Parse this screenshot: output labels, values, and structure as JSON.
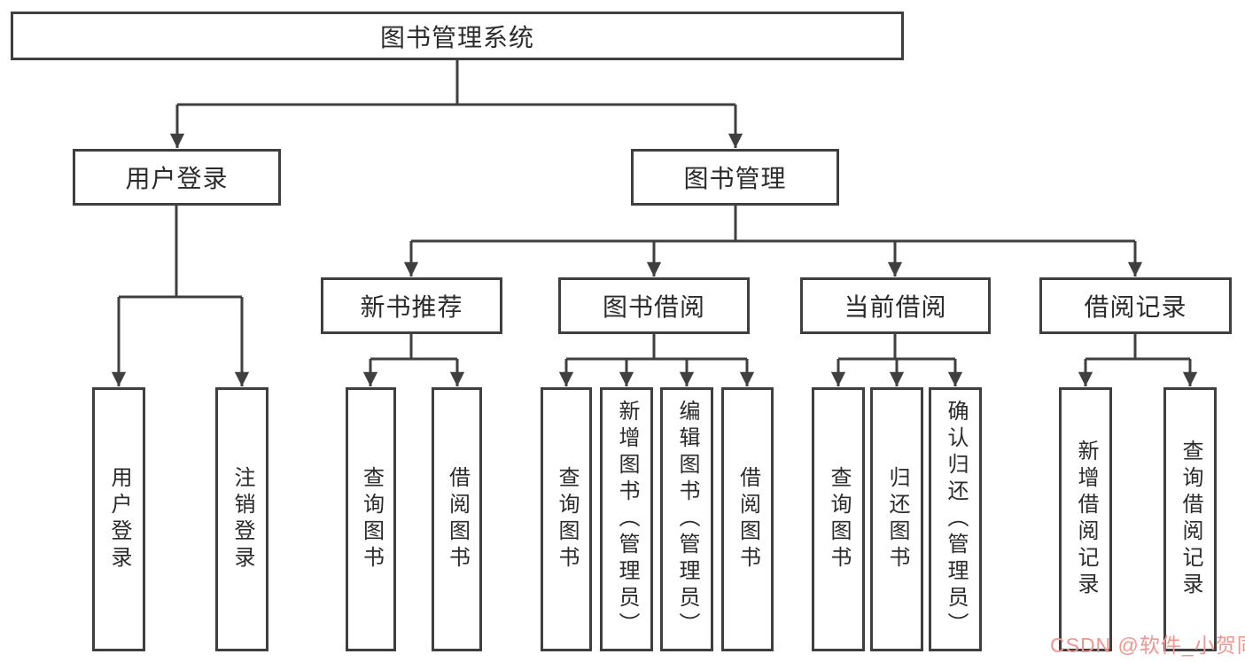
{
  "diagram": {
    "root": {
      "label": "图书管理系统"
    },
    "level2": [
      {
        "label": "用户登录"
      },
      {
        "label": "图书管理"
      }
    ],
    "level3": [
      {
        "label": "新书推荐"
      },
      {
        "label": "图书借阅"
      },
      {
        "label": "当前借阅"
      },
      {
        "label": "借阅记录"
      }
    ],
    "leaves": {
      "user_login": [
        "用户登录",
        "注销登录"
      ],
      "new_books": [
        "查询图书",
        "借阅图书"
      ],
      "book_borrow": [
        "查询图书",
        "新增图书（管理员）",
        "编辑图书（管理员）",
        "借阅图书"
      ],
      "current_borrow": [
        "查询图书",
        "归还图书",
        "确认归还（管理员）"
      ],
      "borrow_records": [
        "新增借阅记录",
        "查询借阅记录"
      ]
    }
  },
  "watermark": {
    "text": "CSDN @软件_小贺同学",
    "color": "#f0968f"
  },
  "colors": {
    "line": "#3f3f3f",
    "text": "#2b2b2b",
    "background": "#ffffff"
  }
}
